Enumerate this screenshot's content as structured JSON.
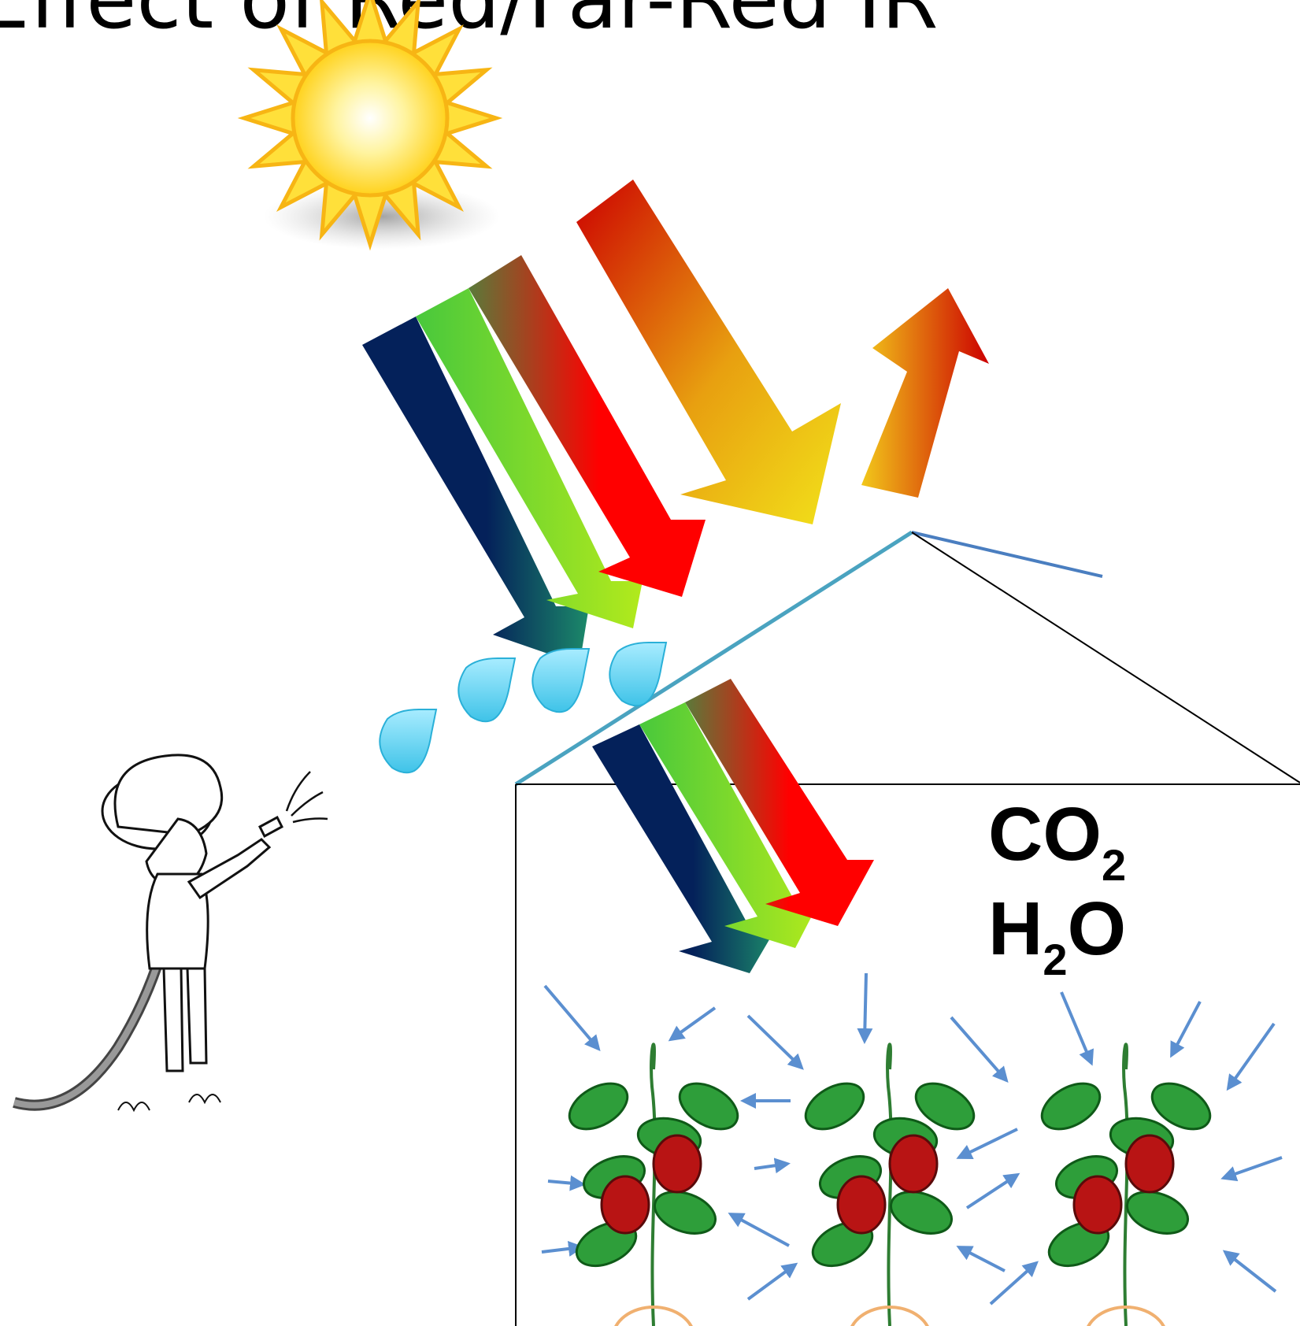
{
  "title": "Effect of Red/Far-Red IR",
  "labels": {
    "co2": {
      "main": "CO",
      "sub": "2",
      "tail": ""
    },
    "h2o": {
      "main": "H",
      "sub": "2",
      "tail": "O"
    }
  },
  "colors": {
    "sun_core": "#fff3a0",
    "sun_rays": "#f7b514",
    "blue": "#04215a",
    "green": "#8ee028",
    "red": "#ff0000",
    "orange": "#e8a010",
    "yellow": "#f2e21a",
    "roof_line": "#4aa3c0",
    "water": "#7fd8f4",
    "air_arrow": "#5b8fd0",
    "leaf": "#2e9e3a",
    "tomato": "#b81414"
  },
  "icons": [
    "sun-icon",
    "child-with-hose-icon",
    "water-drop-icon",
    "tomato-plant-icon"
  ]
}
